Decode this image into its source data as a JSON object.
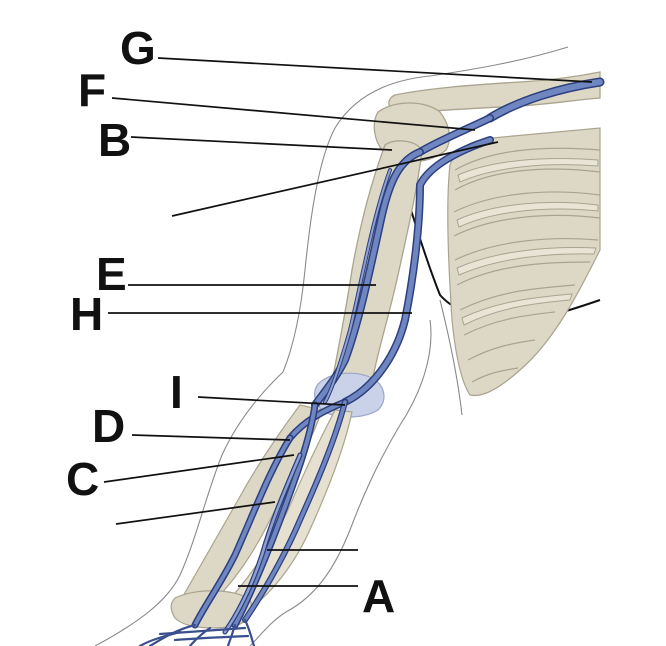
{
  "diagram": {
    "labels": {
      "G": "G",
      "F": "F",
      "B": "B",
      "E": "E",
      "H": "H",
      "I": "I",
      "D": "D",
      "C": "C",
      "A": "A"
    },
    "colors": {
      "background": "#ffffff",
      "bone_fill": "#ddd8c5",
      "bone_stroke": "#a9a48f",
      "vein_fill": "#6f86c0",
      "vein_stroke": "#2c3f7e",
      "skin_outline": "#8a8a8a",
      "leader_line": "#111111",
      "label_text": "#111111"
    }
  }
}
